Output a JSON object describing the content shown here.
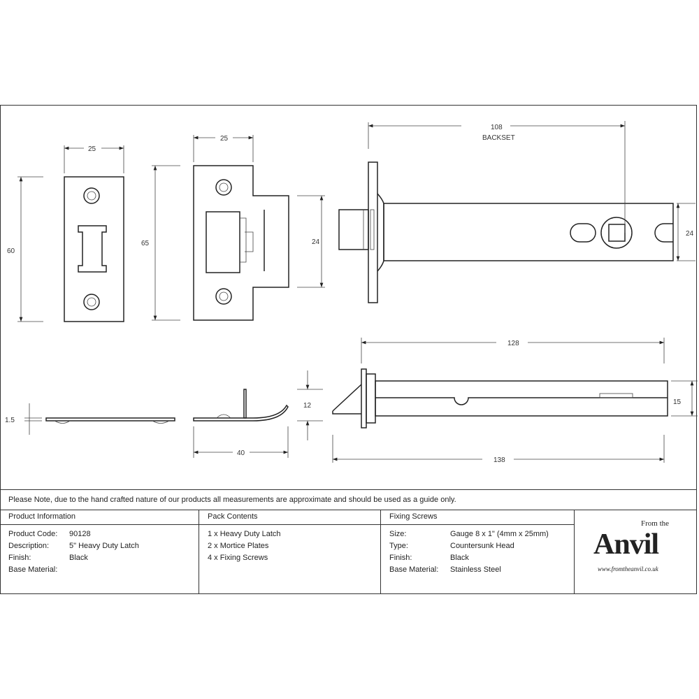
{
  "dimensions": {
    "plate1_width": "25",
    "plate1_height": "60",
    "plate2_width": "25",
    "plate2_height": "65",
    "plate2_tongue": "24",
    "backset_value": "108",
    "backset_label": "BACKSET",
    "case_height": "24",
    "plate_thickness": "1.5",
    "plate_side_width": "40",
    "plate_side_height": "12",
    "case_length": "128",
    "overall_length": "138",
    "case_thickness": "15"
  },
  "note": "Please Note, due to the hand crafted nature of our products all measurements are approximate and should be used as a guide only.",
  "product_info": {
    "heading": "Product Information",
    "rows": [
      {
        "label": "Product Code:",
        "value": "90128"
      },
      {
        "label": "Description:",
        "value": "5\" Heavy Duty Latch"
      },
      {
        "label": "Finish:",
        "value": "Black"
      },
      {
        "label": "Base Material:",
        "value": ""
      }
    ]
  },
  "pack_contents": {
    "heading": "Pack Contents",
    "items": [
      "1 x Heavy Duty Latch",
      "2 x Mortice Plates",
      "4 x Fixing Screws"
    ]
  },
  "fixing_screws": {
    "heading": "Fixing Screws",
    "rows": [
      {
        "label": "Size:",
        "value": "Gauge 8 x 1\" (4mm x 25mm)"
      },
      {
        "label": "Type:",
        "value": "Countersunk Head"
      },
      {
        "label": "Finish:",
        "value": "Black"
      },
      {
        "label": "Base Material:",
        "value": "Stainless Steel"
      }
    ]
  },
  "logo": {
    "from_the": "From the",
    "name": "Anvil",
    "url": "www.fromtheanvil.co.uk"
  }
}
